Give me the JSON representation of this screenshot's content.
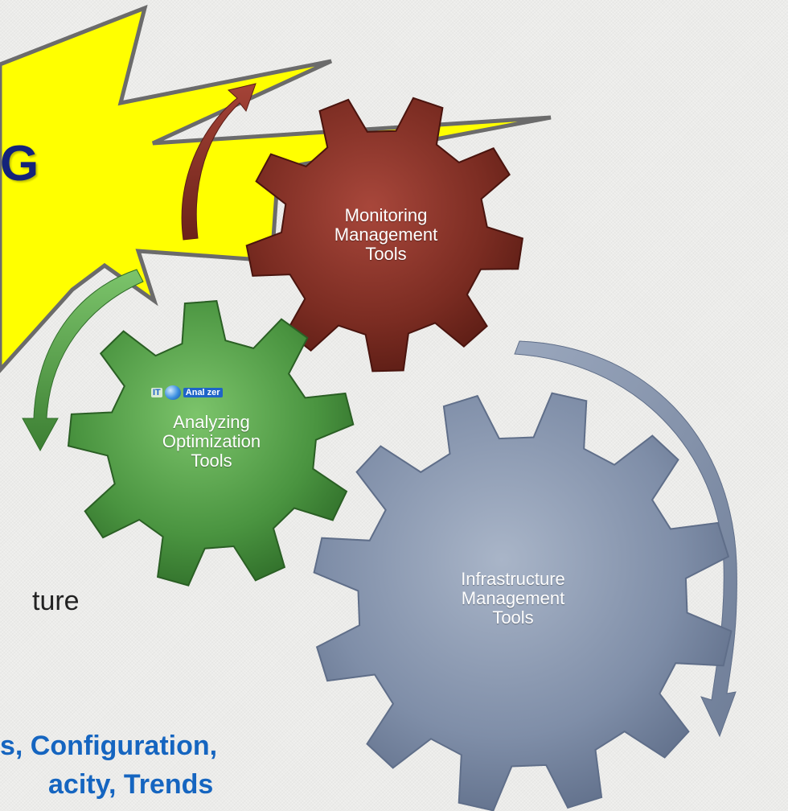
{
  "burst": {
    "text": "G",
    "fill": "#ffff00",
    "outline": "#6b6b6b",
    "text_color": "#14237a"
  },
  "gears": {
    "monitoring": {
      "label_lines": [
        "Monitoring",
        "Management",
        "Tools"
      ],
      "color": "#7b2c22"
    },
    "analyzing": {
      "label_lines": [
        "Analyzing",
        "Optimization",
        "Tools"
      ],
      "color": "#4a9440",
      "logo": {
        "prefix": "IT",
        "word": "Anal\u0000zer"
      }
    },
    "infrastructure": {
      "label_lines": [
        "Infrastructure",
        "Management",
        "Tools"
      ],
      "color": "#7f8ea8"
    }
  },
  "arrows": {
    "red": "#8a2d22",
    "green": "#4e9a3f",
    "blue": "#8594ae"
  },
  "side_text": {
    "partial_word": "ture",
    "blue_line_1": "s, Configuration,",
    "blue_line_2": "acity, Trends"
  }
}
